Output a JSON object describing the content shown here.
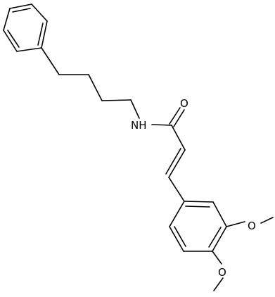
{
  "molecule": {
    "atom_labels": {
      "nh": "NH",
      "carbonyl_o": "O",
      "meta_o": "O",
      "para_o": "O"
    },
    "colors": {
      "bond": "#000000",
      "label": "#000000",
      "background": "#ffffff"
    }
  }
}
